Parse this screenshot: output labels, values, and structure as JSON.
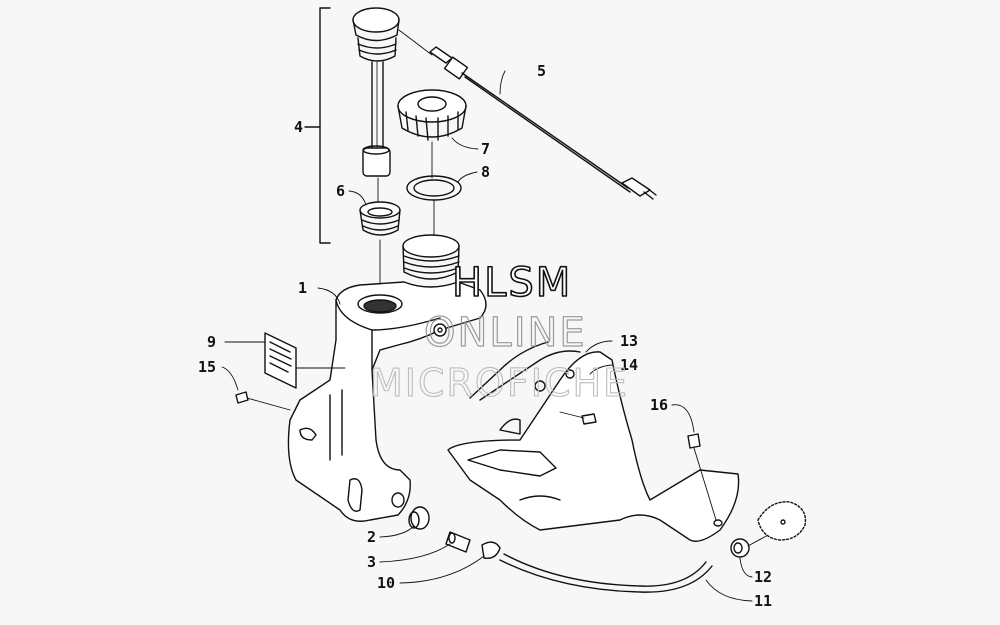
{
  "diagram": {
    "callouts": [
      "1",
      "2",
      "3",
      "4",
      "5",
      "6",
      "7",
      "8",
      "9",
      "10",
      "11",
      "12",
      "13",
      "14",
      "15",
      "16"
    ]
  },
  "watermark": {
    "line1": "HLSM",
    "line2": "ONLINE",
    "line3": "MICROFICHE"
  }
}
